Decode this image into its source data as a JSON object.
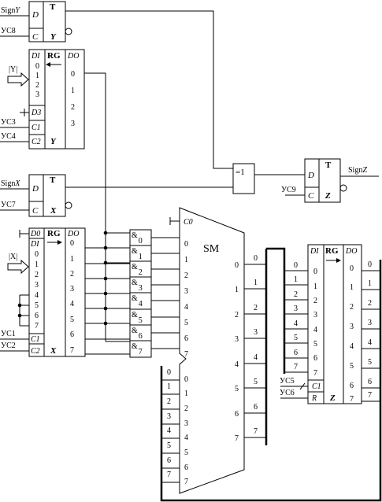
{
  "trigger_y": {
    "in_sign": "Sign",
    "in_sign_var": "Y",
    "in_clock": "УС8",
    "type": "T",
    "pin_d": "D",
    "pin_c": "C",
    "name": "Y"
  },
  "reg_y": {
    "pin_di": "DI",
    "title": "RG",
    "pin_do": "DO",
    "in_bits": [
      "0",
      "1",
      "2",
      "3"
    ],
    "out_bits": [
      "0",
      "1",
      "2",
      "3"
    ],
    "pin_d3": "D3",
    "pin_c1": "C1",
    "pin_c2": "C2",
    "in_bus": "|Y|",
    "in_c1": "УС3",
    "in_c2": "УС4",
    "name": "Y"
  },
  "trigger_x": {
    "in_sign": "Sign",
    "in_sign_var": "X",
    "in_clock": "УС7",
    "type": "T",
    "pin_d": "D",
    "pin_c": "C",
    "name": "X"
  },
  "xor_gate": {
    "label": "=1"
  },
  "trigger_z": {
    "type": "T",
    "pin_d": "D",
    "pin_c": "C",
    "name": "Z",
    "in_clock": "УС9",
    "out_sign": "Sign",
    "out_sign_var": "Z"
  },
  "reg_x": {
    "pin_d0": "D0",
    "pin_di": "DI",
    "title": "RG",
    "pin_do": "DO",
    "in_bits": [
      "0",
      "1",
      "2",
      "3",
      "4",
      "5",
      "6",
      "7"
    ],
    "out_bits": [
      "0",
      "1",
      "2",
      "3",
      "4",
      "5",
      "6",
      "7"
    ],
    "pin_c1": "C1",
    "pin_c2": "C2",
    "in_bus": "|X|",
    "in_c1": "УС1",
    "in_c2": "УС2",
    "name": "X"
  },
  "and_gates": {
    "symbol": "&",
    "labels": [
      "0",
      "1",
      "2",
      "3",
      "4",
      "5",
      "6",
      "7"
    ]
  },
  "adder": {
    "title": "SM",
    "carry_in": "C0",
    "a_bits": [
      "0",
      "1",
      "2",
      "3",
      "4",
      "5",
      "6",
      "7"
    ],
    "b_bits": [
      "0",
      "1",
      "2",
      "3",
      "4",
      "5",
      "6",
      "7"
    ],
    "out_bits": [
      "0",
      "1",
      "2",
      "3",
      "4",
      "5",
      "6",
      "7"
    ]
  },
  "sm_b_bus": {
    "bits": [
      "0",
      "1",
      "2",
      "3",
      "4",
      "5",
      "6",
      "7"
    ]
  },
  "reg_z": {
    "pin_di": "DI",
    "title": "RG",
    "pin_do": "DO",
    "in_bits": [
      "0",
      "1",
      "2",
      "3",
      "4",
      "5",
      "6",
      "7"
    ],
    "out_bits": [
      "0",
      "1",
      "2",
      "3",
      "4",
      "5",
      "6",
      "7"
    ],
    "pin_c1": "C1",
    "pin_r": "R",
    "in_c1": "УС5",
    "in_r": "УС6",
    "name": "Z"
  },
  "reg_z_in_bus": {
    "bits": [
      "0",
      "1",
      "2",
      "3",
      "4",
      "5",
      "6",
      "7"
    ]
  },
  "reg_z_out_bus": {
    "bits": [
      "0",
      "1",
      "2",
      "3",
      "4",
      "5",
      "6",
      "7"
    ]
  }
}
